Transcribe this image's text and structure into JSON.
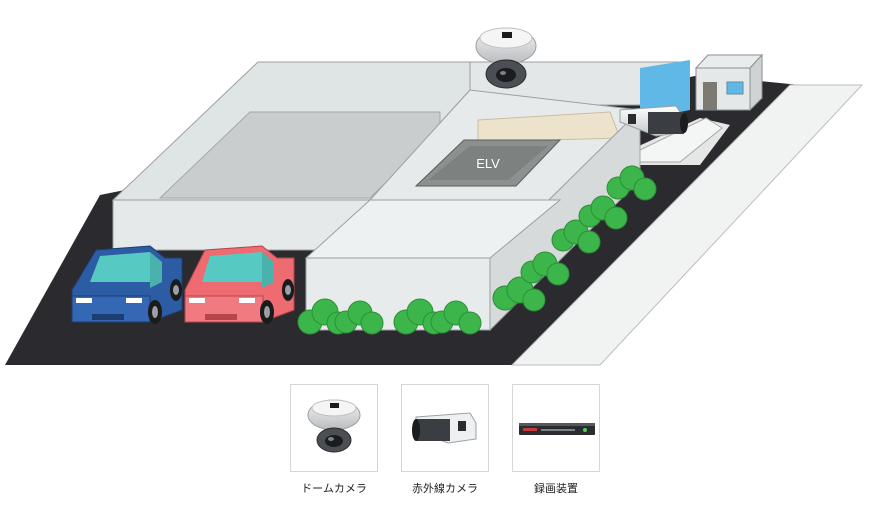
{
  "diagram": {
    "elevator_label": "ELV"
  },
  "legend": [
    {
      "label": "ドームカメラ",
      "icon": "dome-camera-icon"
    },
    {
      "label": "赤外線カメラ",
      "icon": "bullet-camera-icon"
    },
    {
      "label": "録画装置",
      "icon": "dvr-recorder-icon"
    }
  ],
  "colors": {
    "asphalt": "#2b2b2f",
    "building_wall": "#e9ecec",
    "building_roof": "#dfe3e3",
    "courtyard": "#c7cbcb",
    "elevator": "#8c908f",
    "window_blue": "#5fb8e6",
    "shrub": "#3cb64a",
    "car_blue": "#2c5ca3",
    "car_red": "#ee6b72",
    "car_glass": "#56c9c2"
  }
}
